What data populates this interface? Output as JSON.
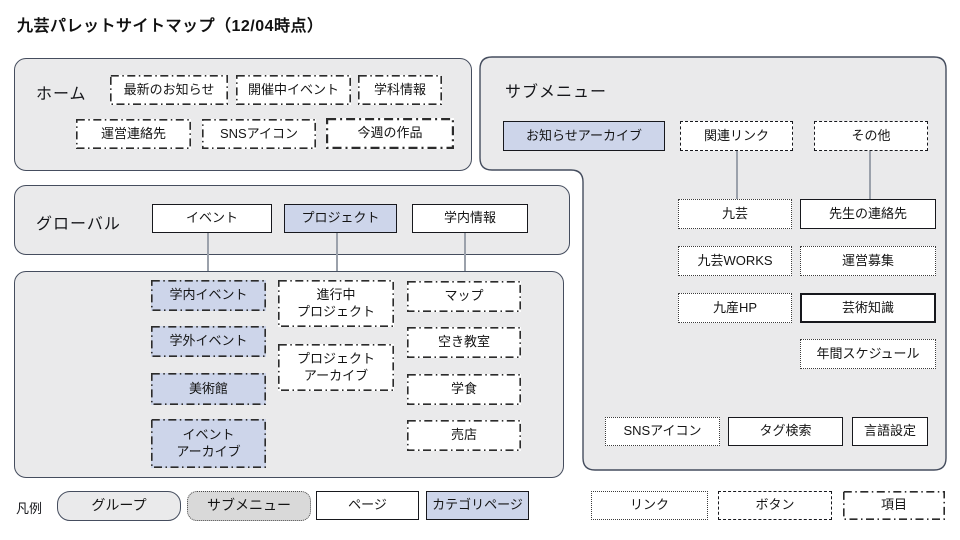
{
  "title": "九芸パレットサイトマップ（12/04時点）",
  "home": {
    "label": "ホーム",
    "items": [
      "最新のお知らせ",
      "開催中イベント",
      "学科情報",
      "運営連絡先",
      "SNSアイコン",
      "今週の作品"
    ]
  },
  "global_nav": {
    "label": "グローバル",
    "items": [
      "イベント",
      "プロジェクト",
      "学内情報"
    ]
  },
  "global_children": {
    "event": [
      "学内イベント",
      "学外イベント",
      "美術館",
      "イベント\nアーカイブ"
    ],
    "project": [
      "進行中\nプロジェクト",
      "プロジェクト\nアーカイブ"
    ],
    "campus": [
      "マップ",
      "空き教室",
      "学食",
      "売店"
    ]
  },
  "submenu": {
    "label": "サブメニュー",
    "row1": [
      "お知らせアーカイブ",
      "関連リンク",
      "その他"
    ],
    "links_col": [
      "九芸",
      "九芸WORKS",
      "九産HP"
    ],
    "other_col": [
      "先生の連絡先",
      "運営募集",
      "芸術知識",
      "年間スケジュール"
    ],
    "bottom_row": [
      "SNSアイコン",
      "タグ検索",
      "言語設定"
    ]
  },
  "legend": {
    "label": "凡例",
    "items": [
      "グループ",
      "サブメニュー",
      "ページ",
      "カテゴリページ",
      "リンク",
      "ボタン",
      "項目"
    ]
  },
  "colors": {
    "category_fill": "#cdd5ea",
    "group_fill": "#eaeaeb",
    "submenu_fill": "#d9d9d9",
    "group_border": "#454d5e",
    "connector": "#9ba1ab"
  }
}
